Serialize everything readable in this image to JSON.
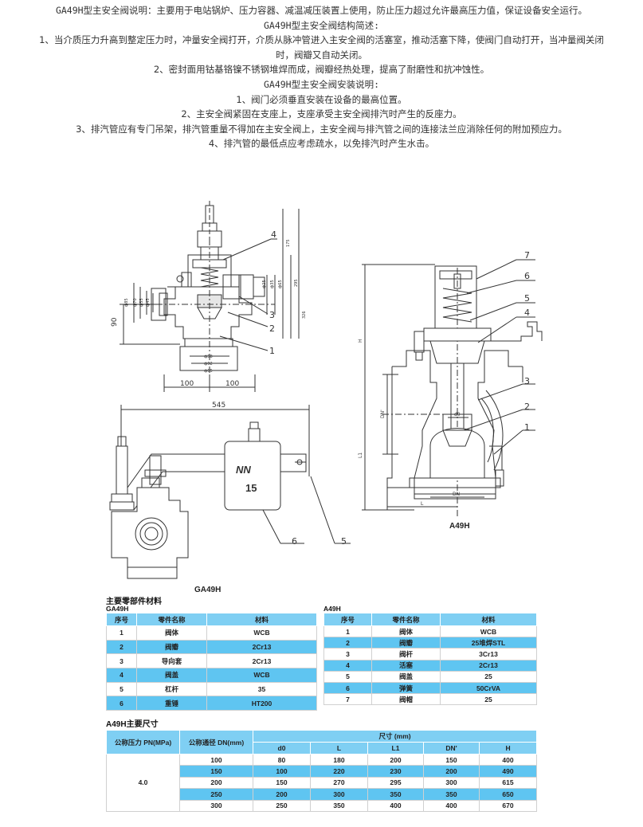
{
  "intro": {
    "lines": [
      "GA49H型主安全阀说明：主要用于电站锅炉、压力容器、减温减压装置上使用，防止压力超过允许最高压力值，保证设备安全运行。",
      "GA49H型主安全阀结构简述:",
      "1、当介质压力升高到整定压力时，冲量安全阀打开，介质从脉冲管进入主安全阀的活塞室，推动活塞下降，使阀门自动打开，当冲量阀关闭",
      "时，阀瓣又自动关闭。",
      "2、密封面用钴基铬镍不锈钢堆焊而成，阀瓣经热处理，提高了耐磨性和抗冲蚀性。",
      "GA49H型主安全阀安装说明:",
      "1、阀门必须垂直安装在设备的最高位置。",
      "2、主安全阀紧固在支座上，支座承受主安全阀排汽时产生的反座力。",
      "3、排汽管应有专门吊架，排汽管重量不得加在主安全阀上，主安全阀与排汽管之间的连接法兰应消除任何的附加预应力。",
      "4、排汽管的最低点应考虑疏水，以免排汽时产生水击。"
    ]
  },
  "drawing": {
    "dims_left": {
      "d_90": "90",
      "d_100a": "100",
      "d_100b": "100",
      "d_545": "545"
    },
    "small_labels": [
      "ф85",
      "ф70",
      "ф55",
      "ф45",
      "ф58",
      "ф62",
      "ф65",
      "ф25",
      "ф35",
      "ф65",
      "175",
      "295",
      "326"
    ],
    "callouts_left": [
      "4",
      "3",
      "2",
      "1",
      "6",
      "5"
    ],
    "callouts_right": [
      "7",
      "6",
      "5",
      "4",
      "3",
      "2",
      "1"
    ],
    "right_dims": {
      "h": "H",
      "l1": "L1",
      "dn_prime": "DN'",
      "d0": "d0",
      "dn": "DN",
      "l": "L"
    },
    "weight_brand": "NN",
    "weight_number": "15",
    "caption_left": "GA49H",
    "caption_right": "A49H"
  },
  "parts_section_title": "主要零部件材料",
  "ga49h_table": {
    "title": "GA49H",
    "headers": [
      "序号",
      "零件名称",
      "材料"
    ],
    "rows": [
      [
        "1",
        "阀体",
        "WCB"
      ],
      [
        "2",
        "阀瓣",
        "2Cr13"
      ],
      [
        "3",
        "导向套",
        "2Cr13"
      ],
      [
        "4",
        "阀盖",
        "WCB"
      ],
      [
        "5",
        "杠杆",
        "35"
      ],
      [
        "6",
        "重锤",
        "HT200"
      ]
    ]
  },
  "a49h_table": {
    "title": "A49H",
    "headers": [
      "序号",
      "零件名称",
      "材料"
    ],
    "rows": [
      [
        "1",
        "阀体",
        "WCB"
      ],
      [
        "2",
        "阀瓣",
        "25堆焊STL"
      ],
      [
        "3",
        "阀杆",
        "3Cr13"
      ],
      [
        "4",
        "活塞",
        "2Cr13"
      ],
      [
        "5",
        "阀盖",
        "25"
      ],
      [
        "6",
        "弹簧",
        "50CrVA"
      ],
      [
        "7",
        "阀帽",
        "25"
      ]
    ]
  },
  "dims_section_title": "A49H主要尺寸",
  "dims_table": {
    "pn_header": "公称压力 PN(MPa)",
    "dn_header": "公称通径 DN(mm)",
    "size_header": "尺寸 (mm)",
    "sub_headers": [
      "d0",
      "L",
      "L1",
      "DN'",
      "H"
    ],
    "pn_value": "4.0",
    "rows": [
      [
        "100",
        "80",
        "180",
        "200",
        "150",
        "400"
      ],
      [
        "150",
        "100",
        "220",
        "230",
        "200",
        "490"
      ],
      [
        "200",
        "150",
        "270",
        "295",
        "300",
        "615"
      ],
      [
        "250",
        "200",
        "300",
        "350",
        "350",
        "650"
      ],
      [
        "300",
        "250",
        "350",
        "400",
        "400",
        "670"
      ]
    ]
  }
}
